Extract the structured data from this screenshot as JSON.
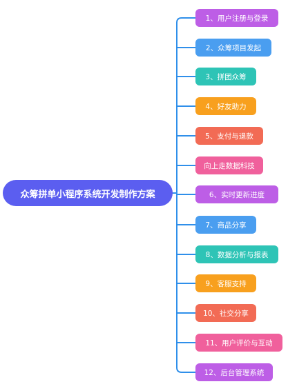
{
  "root": {
    "label": "众筹拼单小程序系统开发制作方案",
    "color": "#5b5ef0"
  },
  "connector_color": "#2f8fea",
  "branches": [
    {
      "label": "1、用户注册与登录",
      "color": "#bd5ee6"
    },
    {
      "label": "2、众筹项目发起",
      "color": "#4a9ef0"
    },
    {
      "label": "3、拼团众筹",
      "color": "#2ec4b6"
    },
    {
      "label": "4、好友助力",
      "color": "#f8a01e"
    },
    {
      "label": "5、支付与退款",
      "color": "#f26b55"
    },
    {
      "label": "向上走数据科技",
      "color": "#f0609c"
    },
    {
      "label": "6、实时更新进度",
      "color": "#bd5ee6"
    },
    {
      "label": "7、商品分享",
      "color": "#4a9ef0"
    },
    {
      "label": "8、数据分析与报表",
      "color": "#2ec4b6"
    },
    {
      "label": "9、客服支持",
      "color": "#f8a01e"
    },
    {
      "label": "10、社交分享",
      "color": "#f26b55"
    },
    {
      "label": "11、用户评价与互动",
      "color": "#f0609c"
    },
    {
      "label": "12、后台管理系统",
      "color": "#bd5ee6"
    }
  ]
}
